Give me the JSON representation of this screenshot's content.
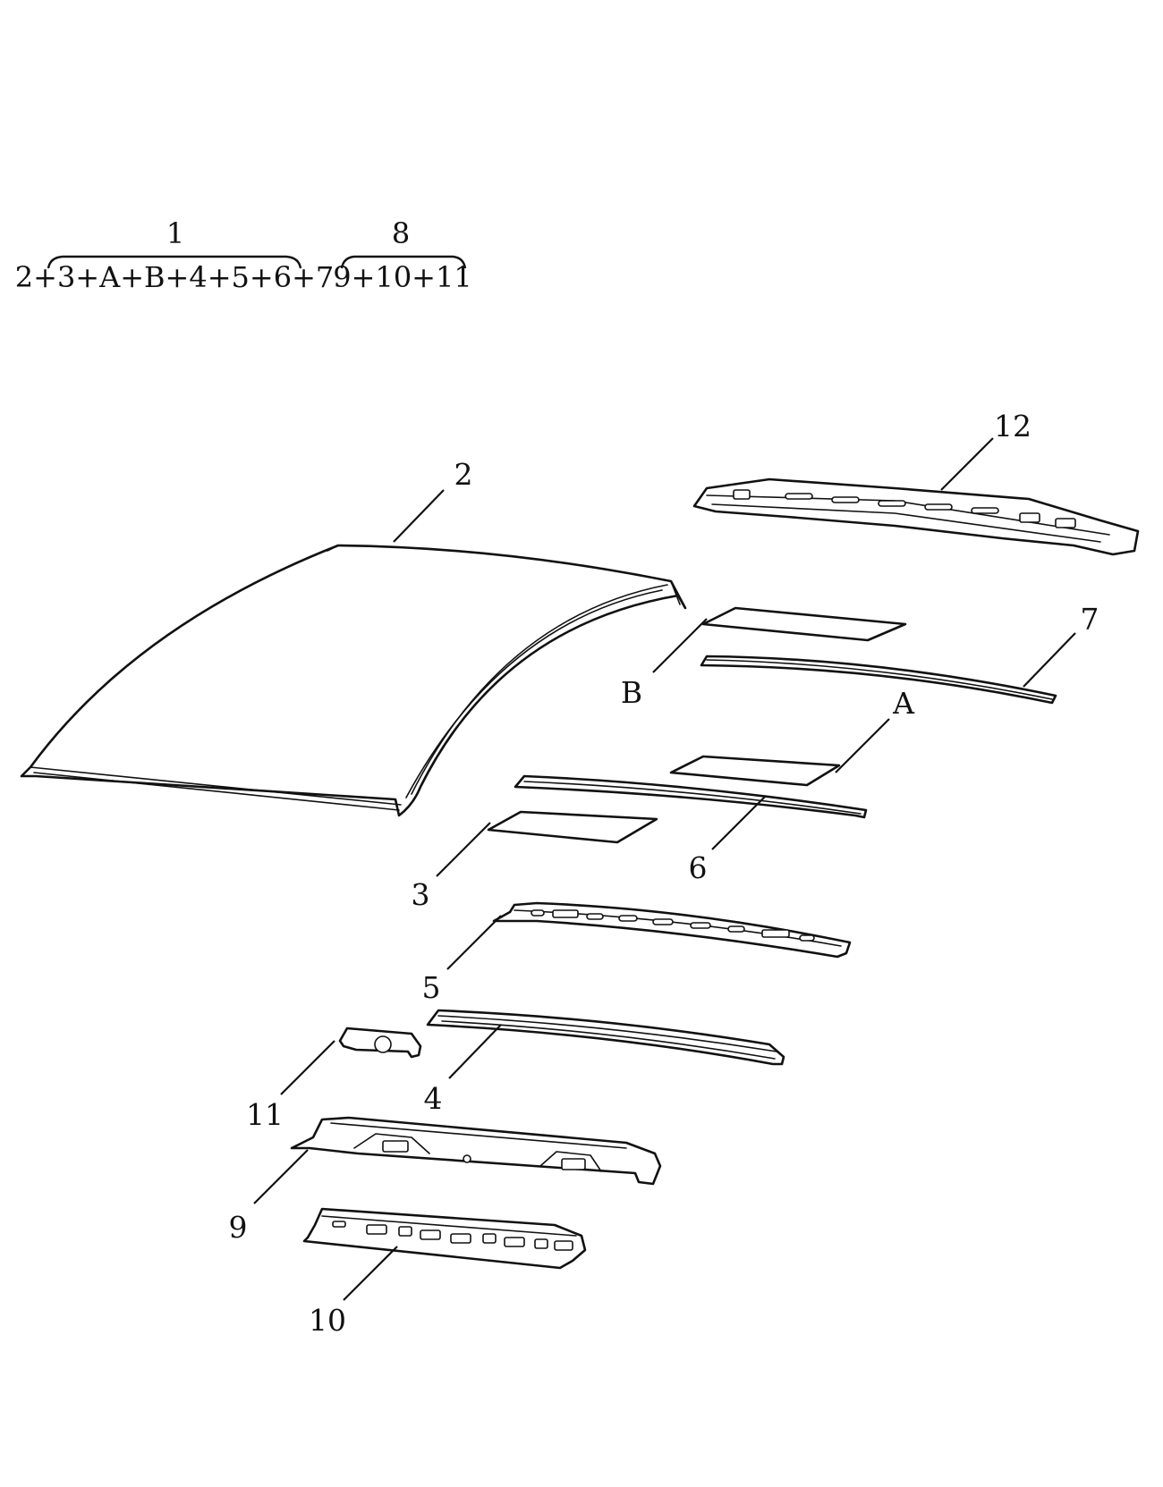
{
  "groups": [
    {
      "id": "1",
      "number": "1",
      "formula": "2+3+A+B+4+5+6+7"
    },
    {
      "id": "8",
      "number": "8",
      "formula": "9+10+11"
    }
  ],
  "labels": {
    "p2": "2",
    "p3": "3",
    "p4": "4",
    "p5": "5",
    "p6": "6",
    "p7": "7",
    "p9": "9",
    "p10": "10",
    "p11": "11",
    "p12": "12",
    "pA": "A",
    "pB": "B"
  },
  "colors": {
    "line": "#111111",
    "background": "#ffffff"
  }
}
